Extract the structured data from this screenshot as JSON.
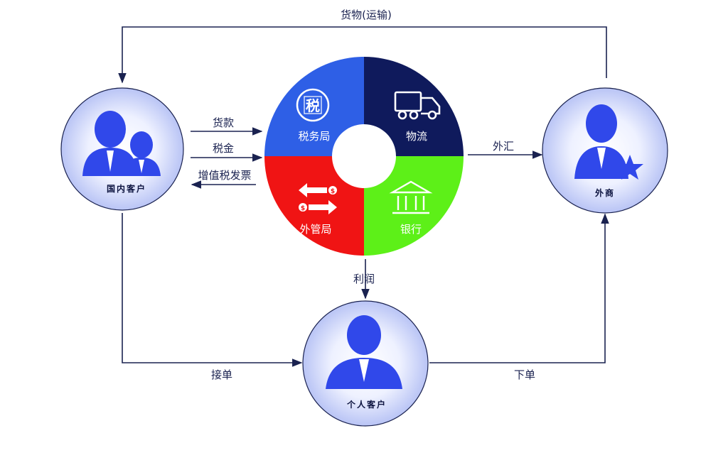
{
  "nodes": {
    "domestic_customer": "国内客户",
    "foreign_merchant": "外商",
    "individual_customer": "个人客户"
  },
  "hub": {
    "tax_bureau": "税务局",
    "tax_glyph": "税",
    "logistics": "物流",
    "forex_bureau": "外管局",
    "bank": "银行"
  },
  "flows": {
    "goods_transport": "货物(运输)",
    "payment_for_goods": "货款",
    "tax": "税金",
    "vat_invoice": "增值税发票",
    "foreign_exchange": "外汇",
    "profit": "利润",
    "accept_order": "接单",
    "place_order": "下单"
  },
  "colors": {
    "tax_bureau": "#2e5fe6",
    "logistics": "#0f1a5c",
    "forex_bureau": "#f01414",
    "bank": "#5df018",
    "line": "#1a2250",
    "person": "#3048ea"
  }
}
